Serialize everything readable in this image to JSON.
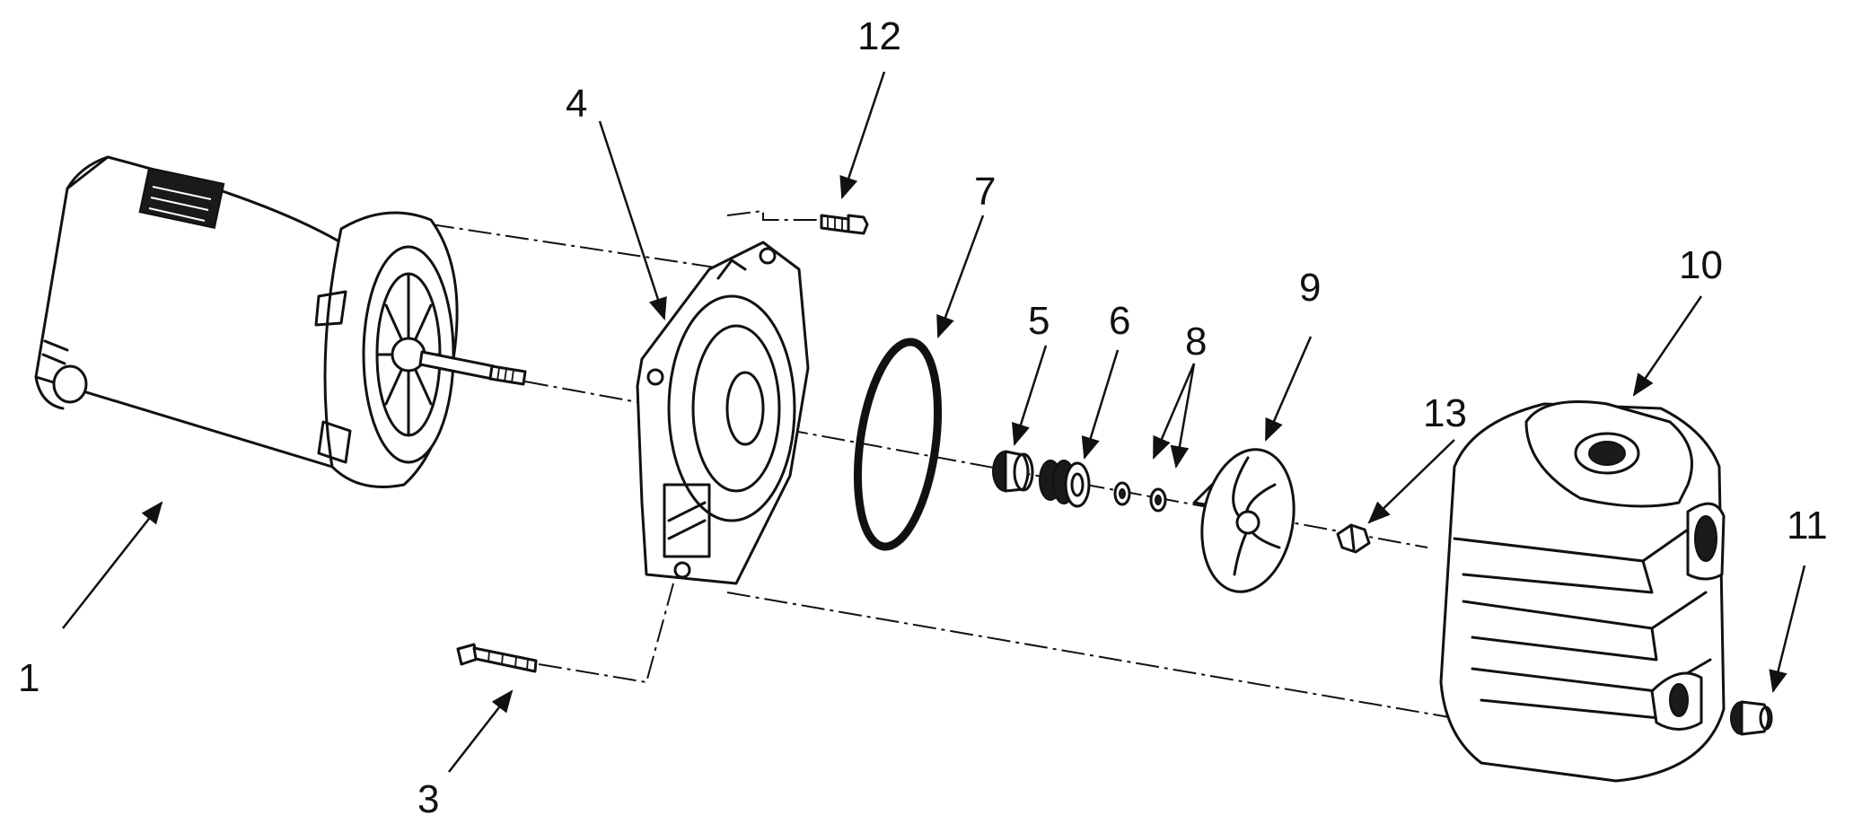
{
  "diagram": {
    "callouts": [
      {
        "id": "1",
        "text": "1"
      },
      {
        "id": "3",
        "text": "3"
      },
      {
        "id": "4",
        "text": "4"
      },
      {
        "id": "5",
        "text": "5"
      },
      {
        "id": "6",
        "text": "6"
      },
      {
        "id": "7",
        "text": "7"
      },
      {
        "id": "8",
        "text": "8"
      },
      {
        "id": "9",
        "text": "9"
      },
      {
        "id": "10",
        "text": "10"
      },
      {
        "id": "11",
        "text": "11"
      },
      {
        "id": "12",
        "text": "12"
      },
      {
        "id": "13",
        "text": "13"
      }
    ],
    "motor_label_icon": "nameplate-icon"
  }
}
